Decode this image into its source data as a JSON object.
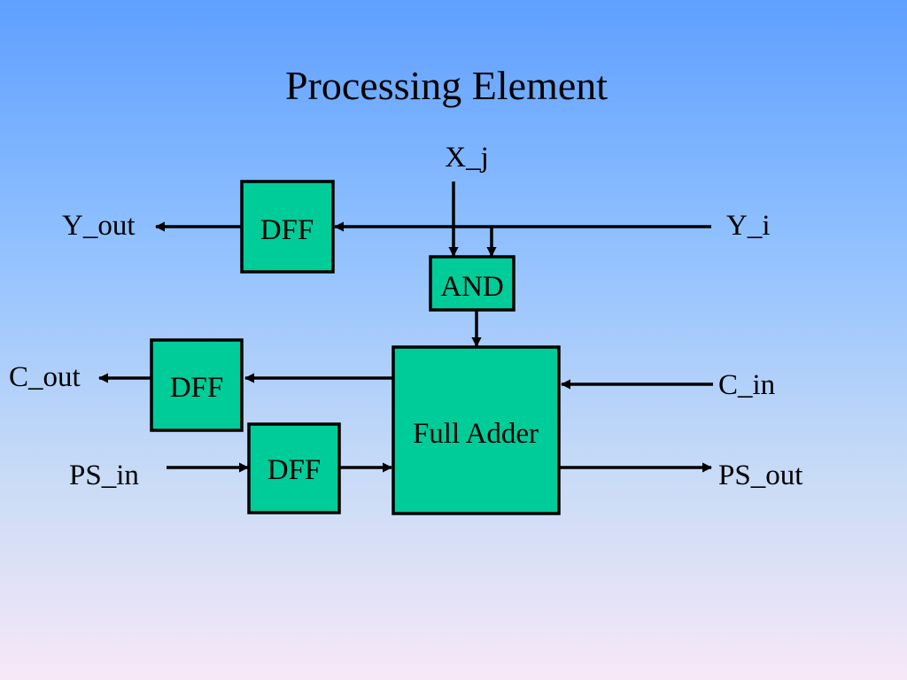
{
  "title": "Processing Element",
  "blocks": {
    "dff_y": "DFF",
    "dff_c": "DFF",
    "dff_ps": "DFF",
    "and_gate": "AND",
    "full_adder": "Full Adder"
  },
  "ports": {
    "x_j": "X_j",
    "y_out": "Y_out",
    "y_i": "Y_i",
    "c_out": "C_out",
    "c_in": "C_in",
    "ps_in": "PS_in",
    "ps_out": "PS_out"
  }
}
